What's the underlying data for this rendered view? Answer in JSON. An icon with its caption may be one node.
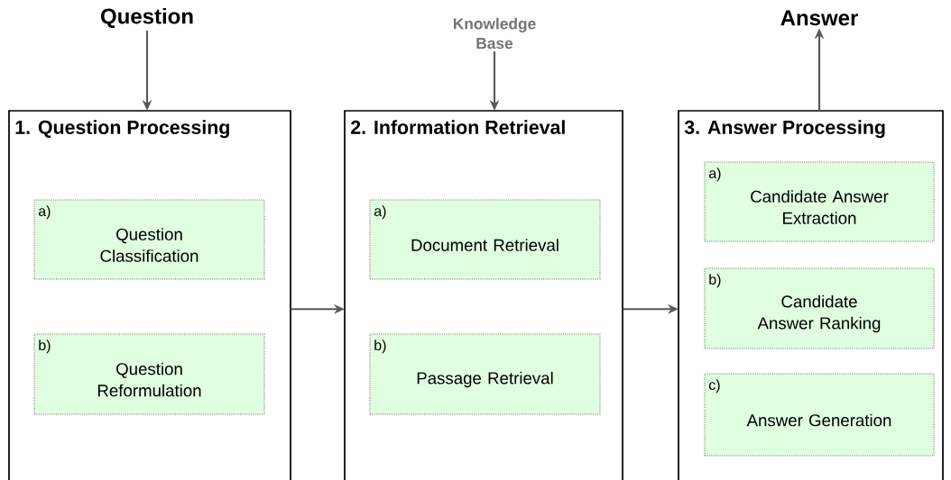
{
  "diagram": {
    "nodes": [
      {
        "text": [
          "Question"
        ]
      },
      {
        "text": [
          "Knowledge Base"
        ]
      },
      {
        "text": [
          "Answer"
        ]
      },
      {
        "text": [
          "1. Question Processing"
        ]
      },
      {
        "text": [
          "a)",
          "Question Classification"
        ],
        "in": 3
      },
      {
        "text": [
          "b)",
          "Question Reformulation"
        ],
        "in": 3
      },
      {
        "text": [
          "2. Information Retrieval"
        ]
      },
      {
        "text": [
          "a)",
          "Document Retrieval"
        ],
        "in": 6
      },
      {
        "text": [
          "b)",
          "Passage Retrieval"
        ],
        "in": 6
      },
      {
        "text": [
          "3. Answer Processing"
        ]
      },
      {
        "text": [
          "a)",
          "Candidate Answer Extraction"
        ],
        "in": 9
      },
      {
        "text": [
          "b)",
          "Candidate Answer Ranking"
        ],
        "in": 9
      },
      {
        "text": [
          "c)",
          "Answer Generation"
        ],
        "in": 9
      }
    ],
    "edges": [
      {
        "from": 0,
        "to": 3,
        "arrow": "to"
      },
      {
        "from": 1,
        "to": 6,
        "arrow": "to"
      },
      {
        "from": 9,
        "to": 2,
        "arrow": "to"
      },
      {
        "from": 3,
        "to": 6,
        "arrow": "to"
      },
      {
        "from": 6,
        "to": 9,
        "arrow": "to"
      }
    ]
  }
}
